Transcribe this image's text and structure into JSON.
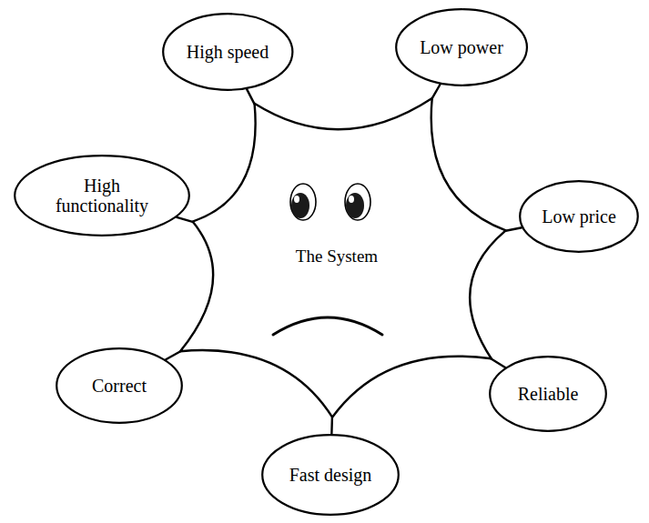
{
  "diagram": {
    "nodes": [
      {
        "text": [
          "High speed"
        ]
      },
      {
        "text": [
          "Low power"
        ]
      },
      {
        "text": [
          "High functionality"
        ]
      },
      {
        "text": [
          "Low price"
        ]
      },
      {
        "text": [
          "The System"
        ]
      },
      {
        "text": [
          "Correct"
        ]
      },
      {
        "text": [
          "Reliable"
        ]
      },
      {
        "text": [
          "Fast design"
        ]
      }
    ],
    "edges": [
      {
        "from": 4,
        "to": 0,
        "arrow": "none"
      },
      {
        "from": 4,
        "to": 1,
        "arrow": "none"
      },
      {
        "from": 4,
        "to": 2,
        "arrow": "none"
      },
      {
        "from": 4,
        "to": 3,
        "arrow": "none"
      },
      {
        "from": 4,
        "to": 5,
        "arrow": "none"
      },
      {
        "from": 4,
        "to": 6,
        "arrow": "none"
      },
      {
        "from": 4,
        "to": 7,
        "arrow": "none"
      }
    ]
  }
}
